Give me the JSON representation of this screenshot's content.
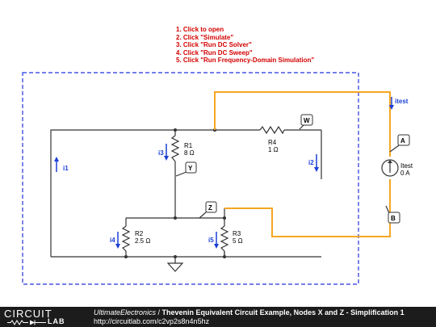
{
  "instructions": [
    "1. Click to open",
    "2. Click \"Simulate\"",
    "3. Click \"Run DC Solver\"",
    "4. Click \"Run DC Sweep\"",
    "5. Click \"Run Frequency-Domain Simulation\""
  ],
  "components": {
    "r1": {
      "name": "R1",
      "value": "8 Ω"
    },
    "r2": {
      "name": "R2",
      "value": "2.5 Ω"
    },
    "r3": {
      "name": "R3",
      "value": "5 Ω"
    },
    "r4": {
      "name": "R4",
      "value": "1 Ω"
    },
    "itest": {
      "name": "Itest",
      "value": "0 A"
    }
  },
  "currents": {
    "i1": "i1",
    "i2": "i2",
    "i3": "i3",
    "i4": "i4",
    "i5": "i5",
    "itest": "itest"
  },
  "node_tags": {
    "w": "W",
    "y": "Y",
    "z": "Z",
    "a": "A",
    "b": "B"
  },
  "colors": {
    "wire": "#333333",
    "test_wire": "#f5a623",
    "current_arrow": "#1a3fd6",
    "instructions": "#d40000",
    "boundary": "#2233dd",
    "footer_bg": "#1c1c1c"
  },
  "footer": {
    "logo_top": "CIRCUIT",
    "logo_bottom": "LAB",
    "author": "UltimateElectronics",
    "separator": " / ",
    "title": "Thevenin Equivalent Circuit Example, Nodes X and Z - Simplification 1",
    "url": "http://circuitlab.com/c2vp2s8n4n5hz"
  }
}
